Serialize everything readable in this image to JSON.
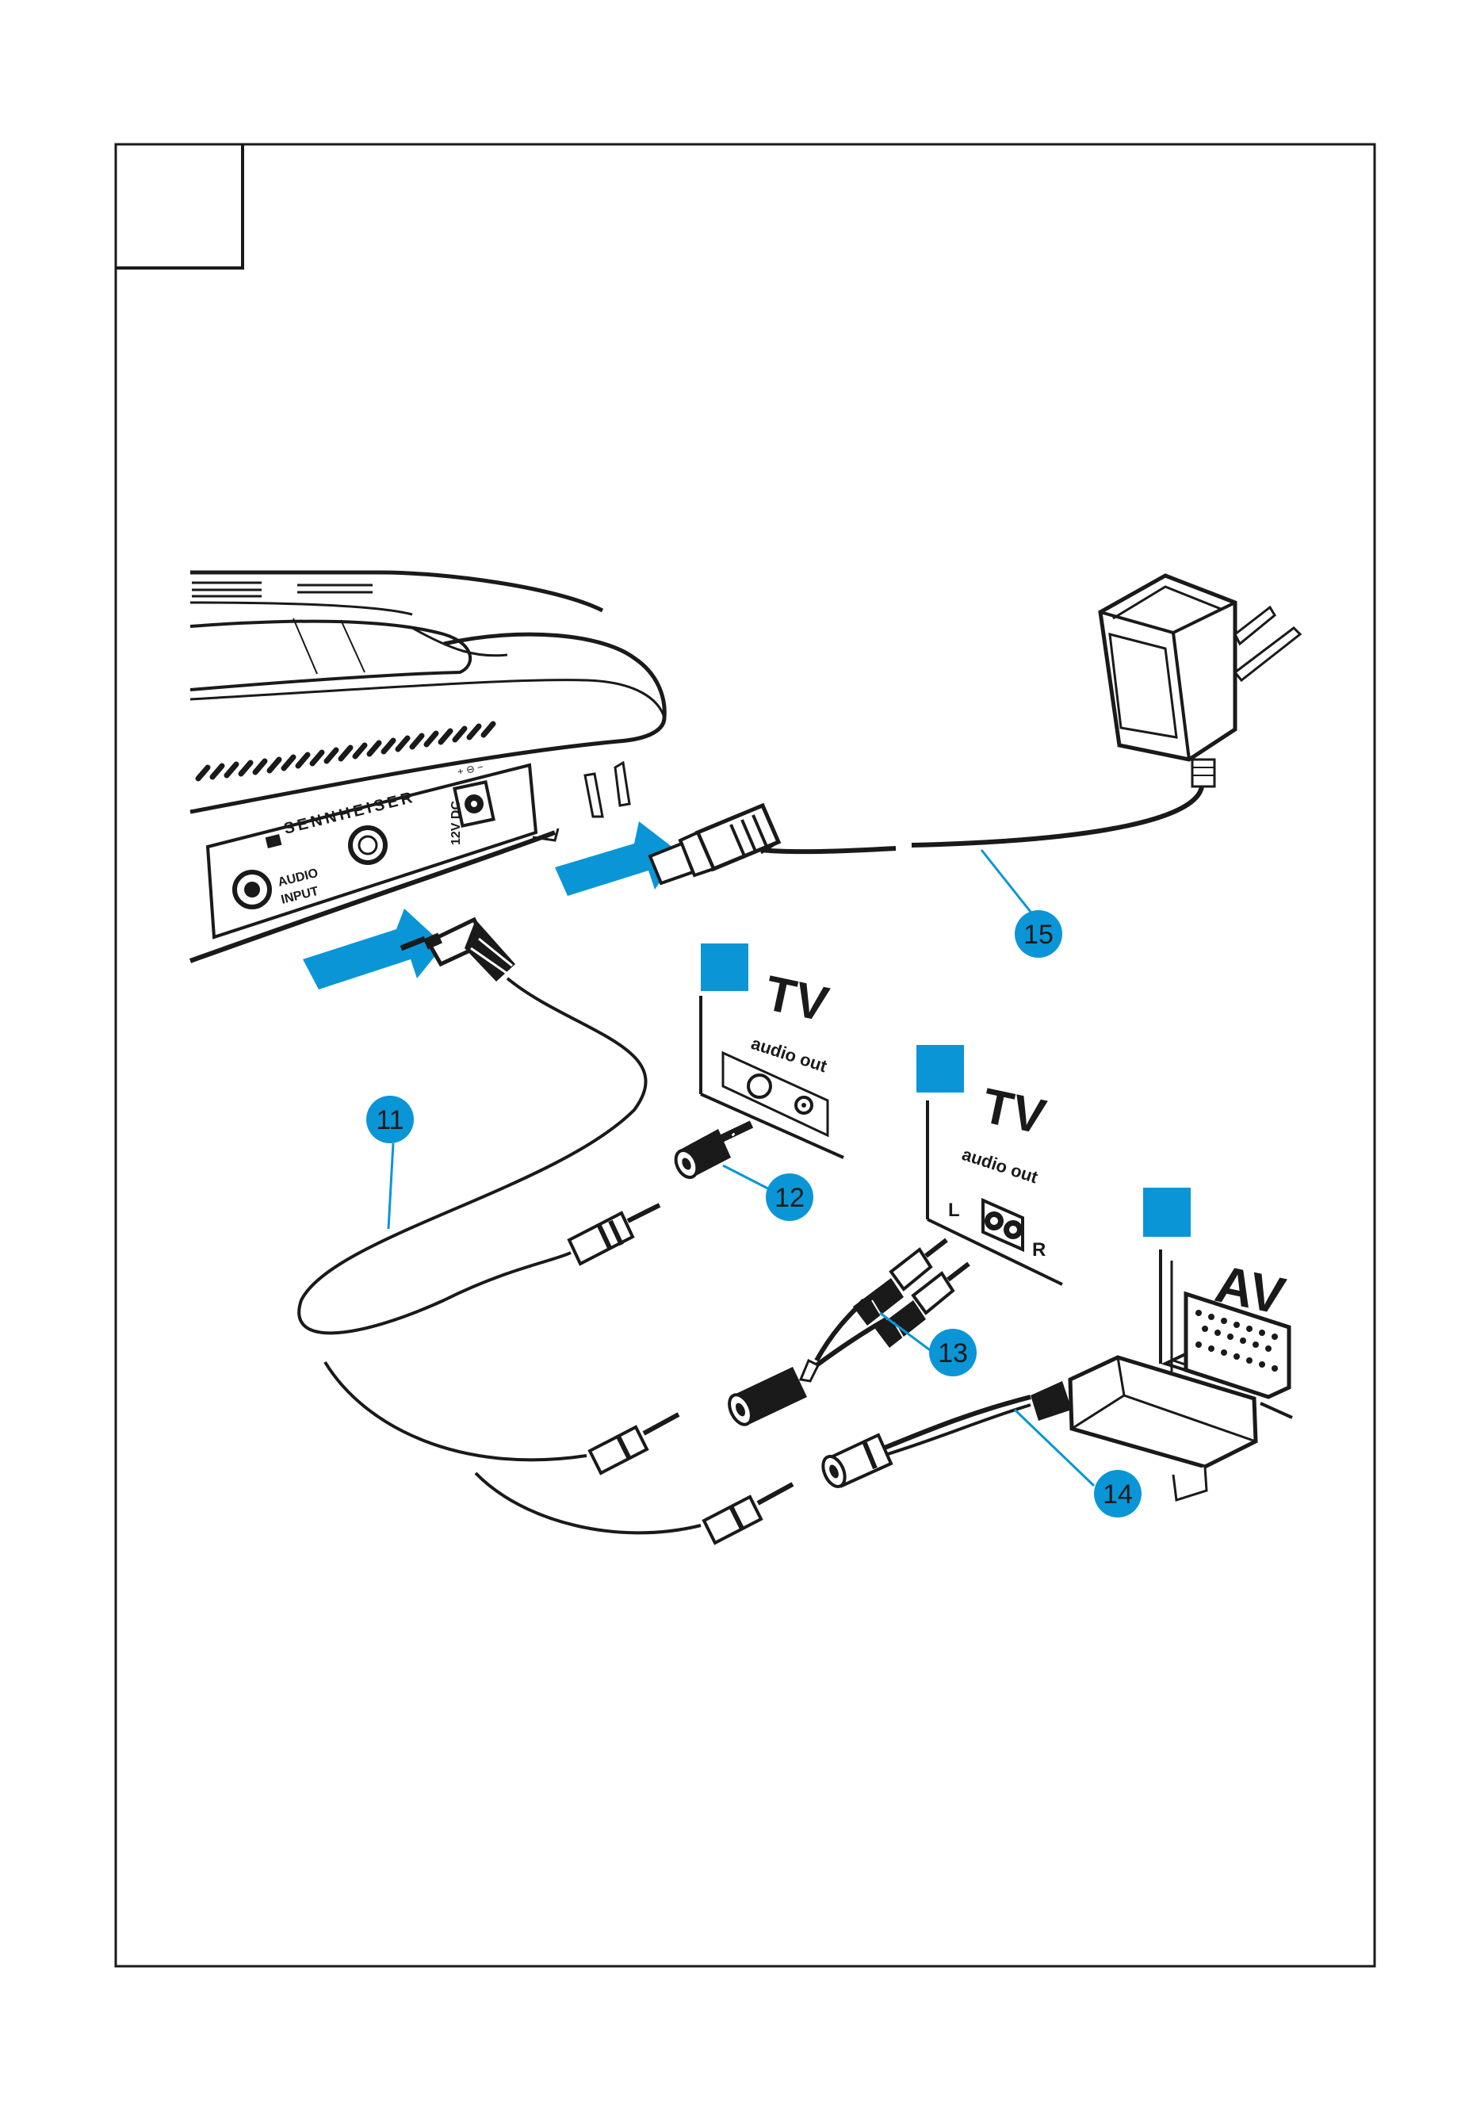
{
  "colors": {
    "ink": "#1a1a1a",
    "accent": "#0a96d6",
    "paper": "#ffffff",
    "shade": "#e6e6e6"
  },
  "base_station": {
    "brand": "SENNHEISER",
    "audio_input_line1": "AUDIO",
    "audio_input_line2": "INPUT",
    "dc_label": "12V  DC",
    "polarity": "+ ⊖ −"
  },
  "callouts": {
    "c11": "11",
    "c12": "12",
    "c13": "13",
    "c14": "14",
    "c15": "15"
  },
  "panels": {
    "tv1": {
      "title": "TV",
      "subtitle": "audio out"
    },
    "tv2": {
      "title": "TV",
      "subtitle": "audio out",
      "left": "L",
      "right": "R"
    },
    "av": {
      "title": "AV"
    }
  },
  "icons": {
    "power_adapter": "power-adapter-icon",
    "headphone": "headphone-icon",
    "scart": "scart-socket-icon"
  }
}
